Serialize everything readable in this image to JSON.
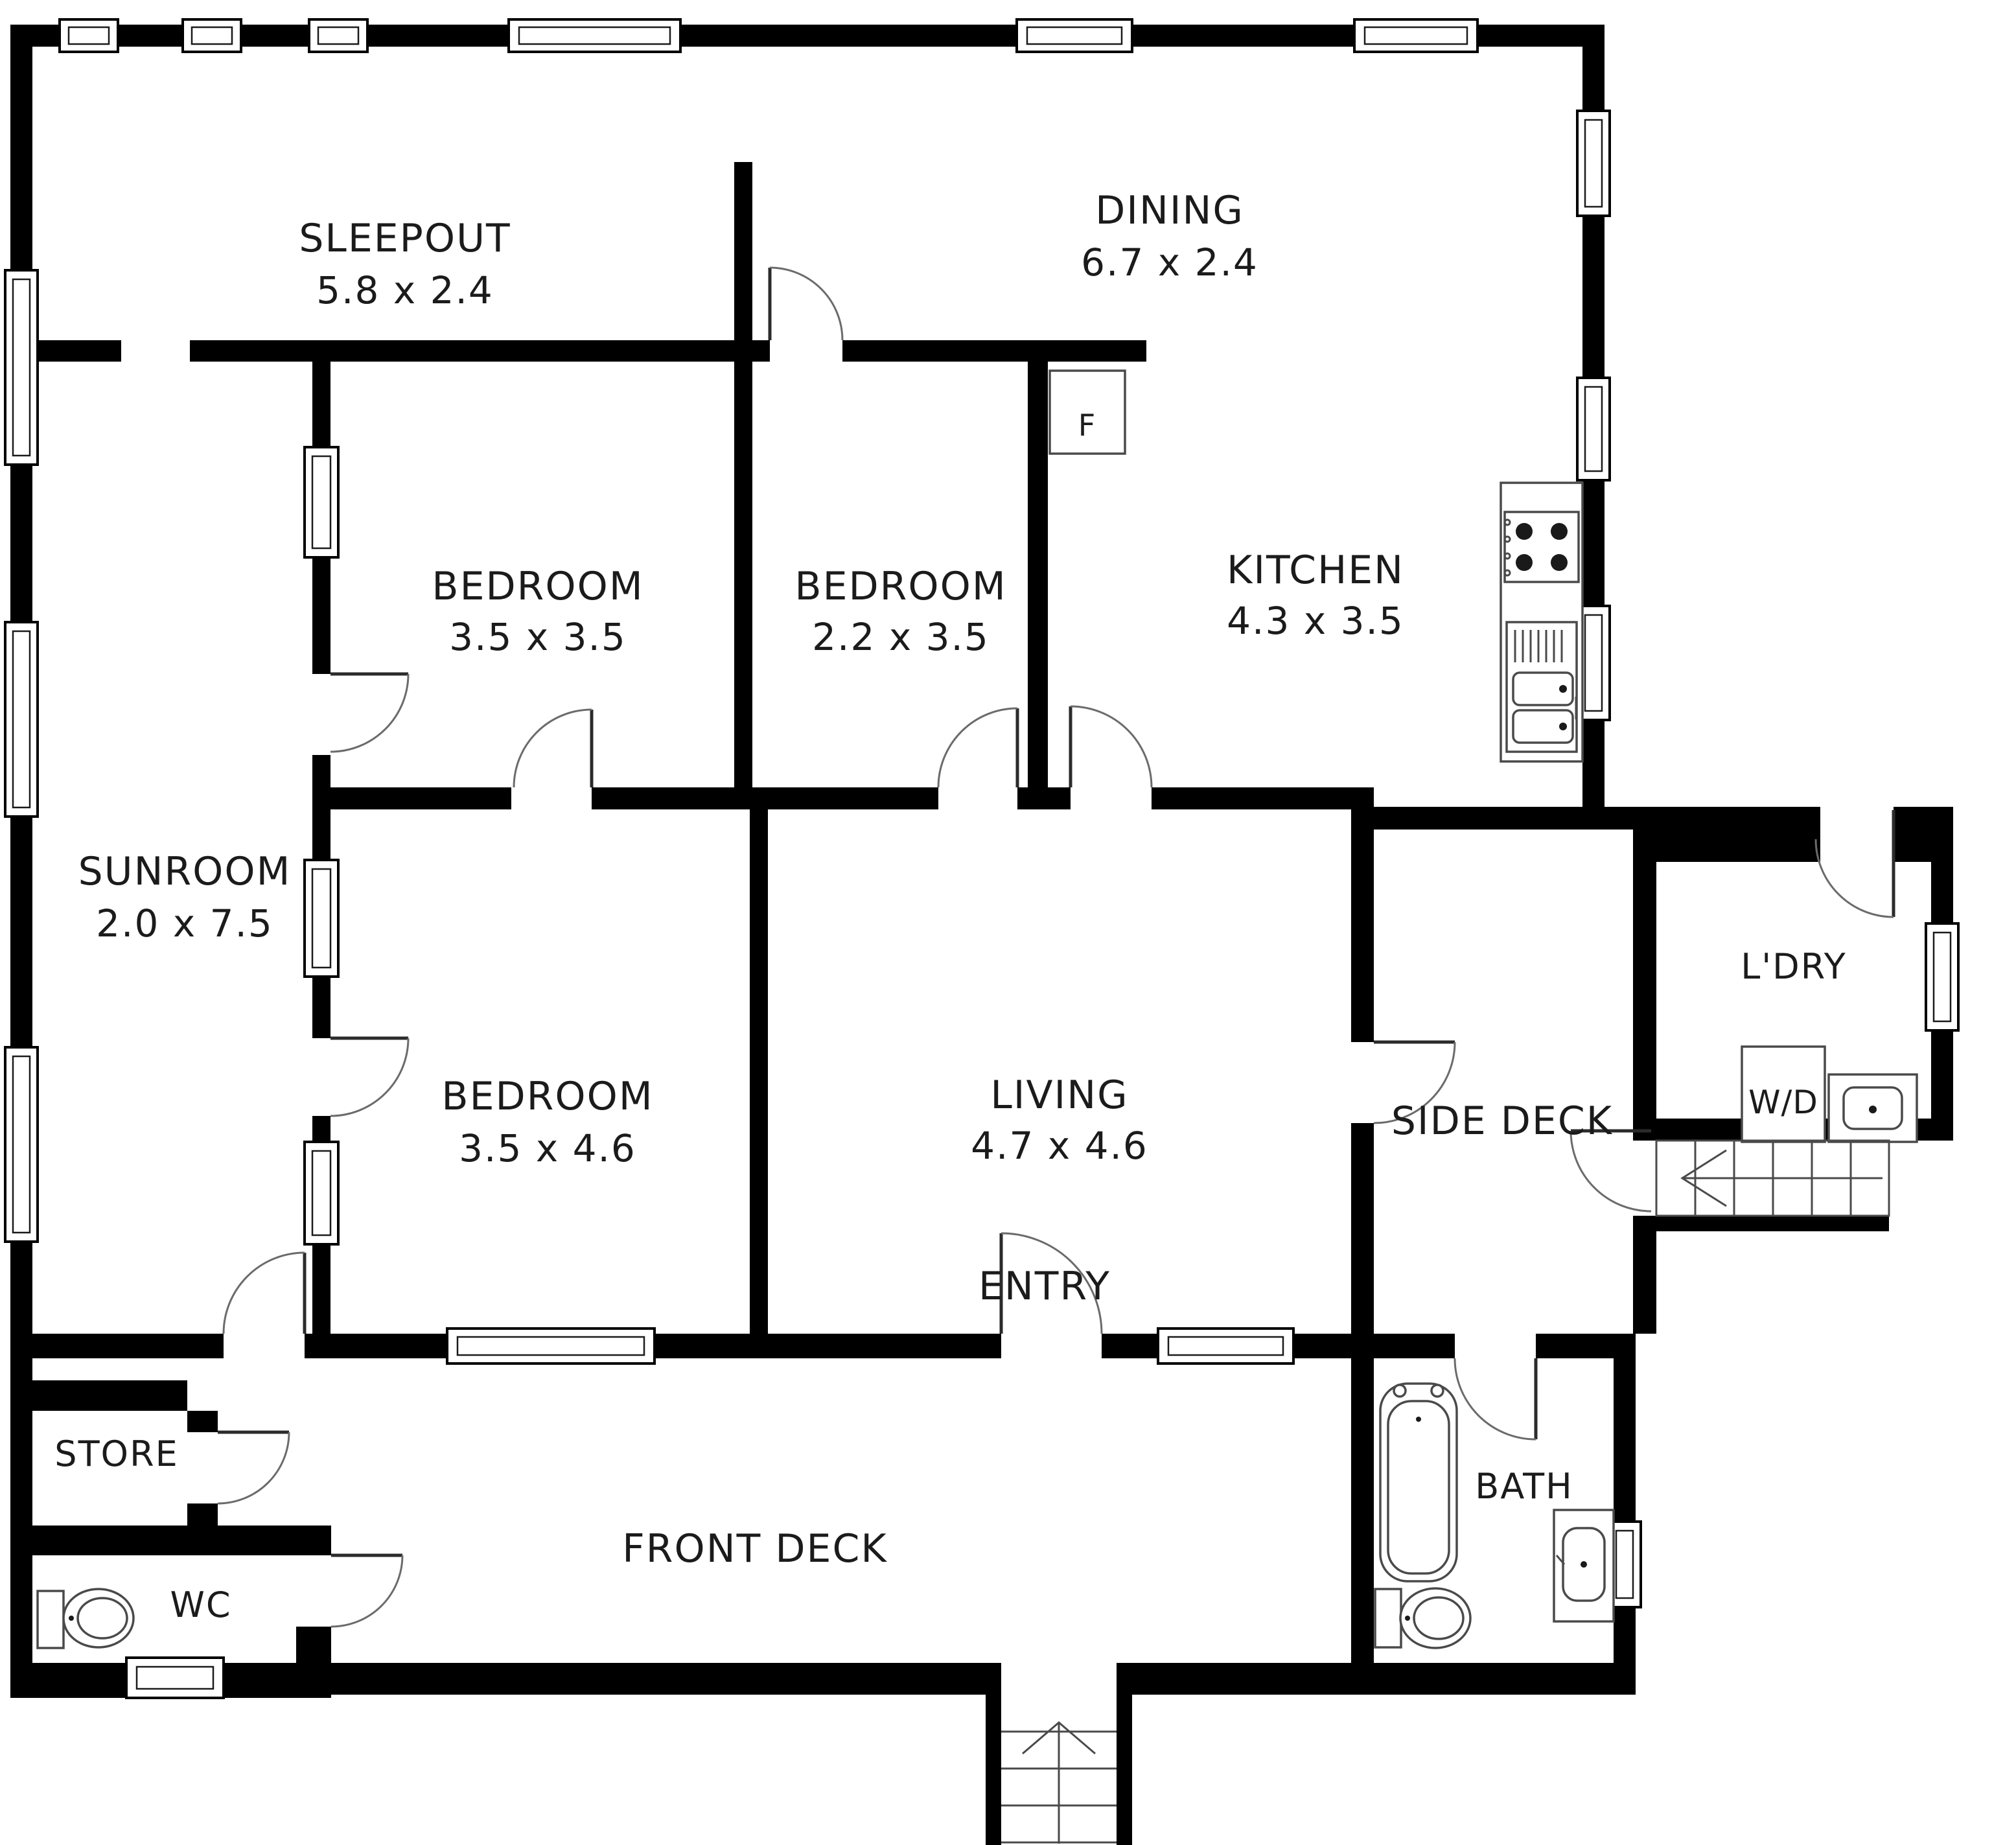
{
  "colors": {
    "background": "#ffffff",
    "walls": "#000000",
    "fixture_lines": "#4a4a4a",
    "text": "#1b1b1b"
  },
  "rooms": [
    {
      "label": "SLEEPOUT",
      "dims": "5.8 x 2.4"
    },
    {
      "label": "DINING",
      "dims": "6.7 x 2.4"
    },
    {
      "label": "BEDROOM",
      "dims": "3.5 x 3.5"
    },
    {
      "label": "BEDROOM",
      "dims": "2.2 x 3.5"
    },
    {
      "label": "KITCHEN",
      "dims": "4.3 x 3.5"
    },
    {
      "label": "SUNROOM",
      "dims": "2.0 x 7.5"
    },
    {
      "label": "BEDROOM",
      "dims": "3.5 x 4.6"
    },
    {
      "label": "LIVING",
      "dims": "4.7 x 4.6"
    },
    {
      "label": "ENTRY"
    },
    {
      "label": "SIDE DECK"
    },
    {
      "label": "L'DRY"
    },
    {
      "label": "STORE"
    },
    {
      "label": "WC"
    },
    {
      "label": "FRONT DECK"
    },
    {
      "label": "BATH"
    }
  ],
  "fixtures": {
    "fridge": "F",
    "washer_dryer": "W/D"
  }
}
